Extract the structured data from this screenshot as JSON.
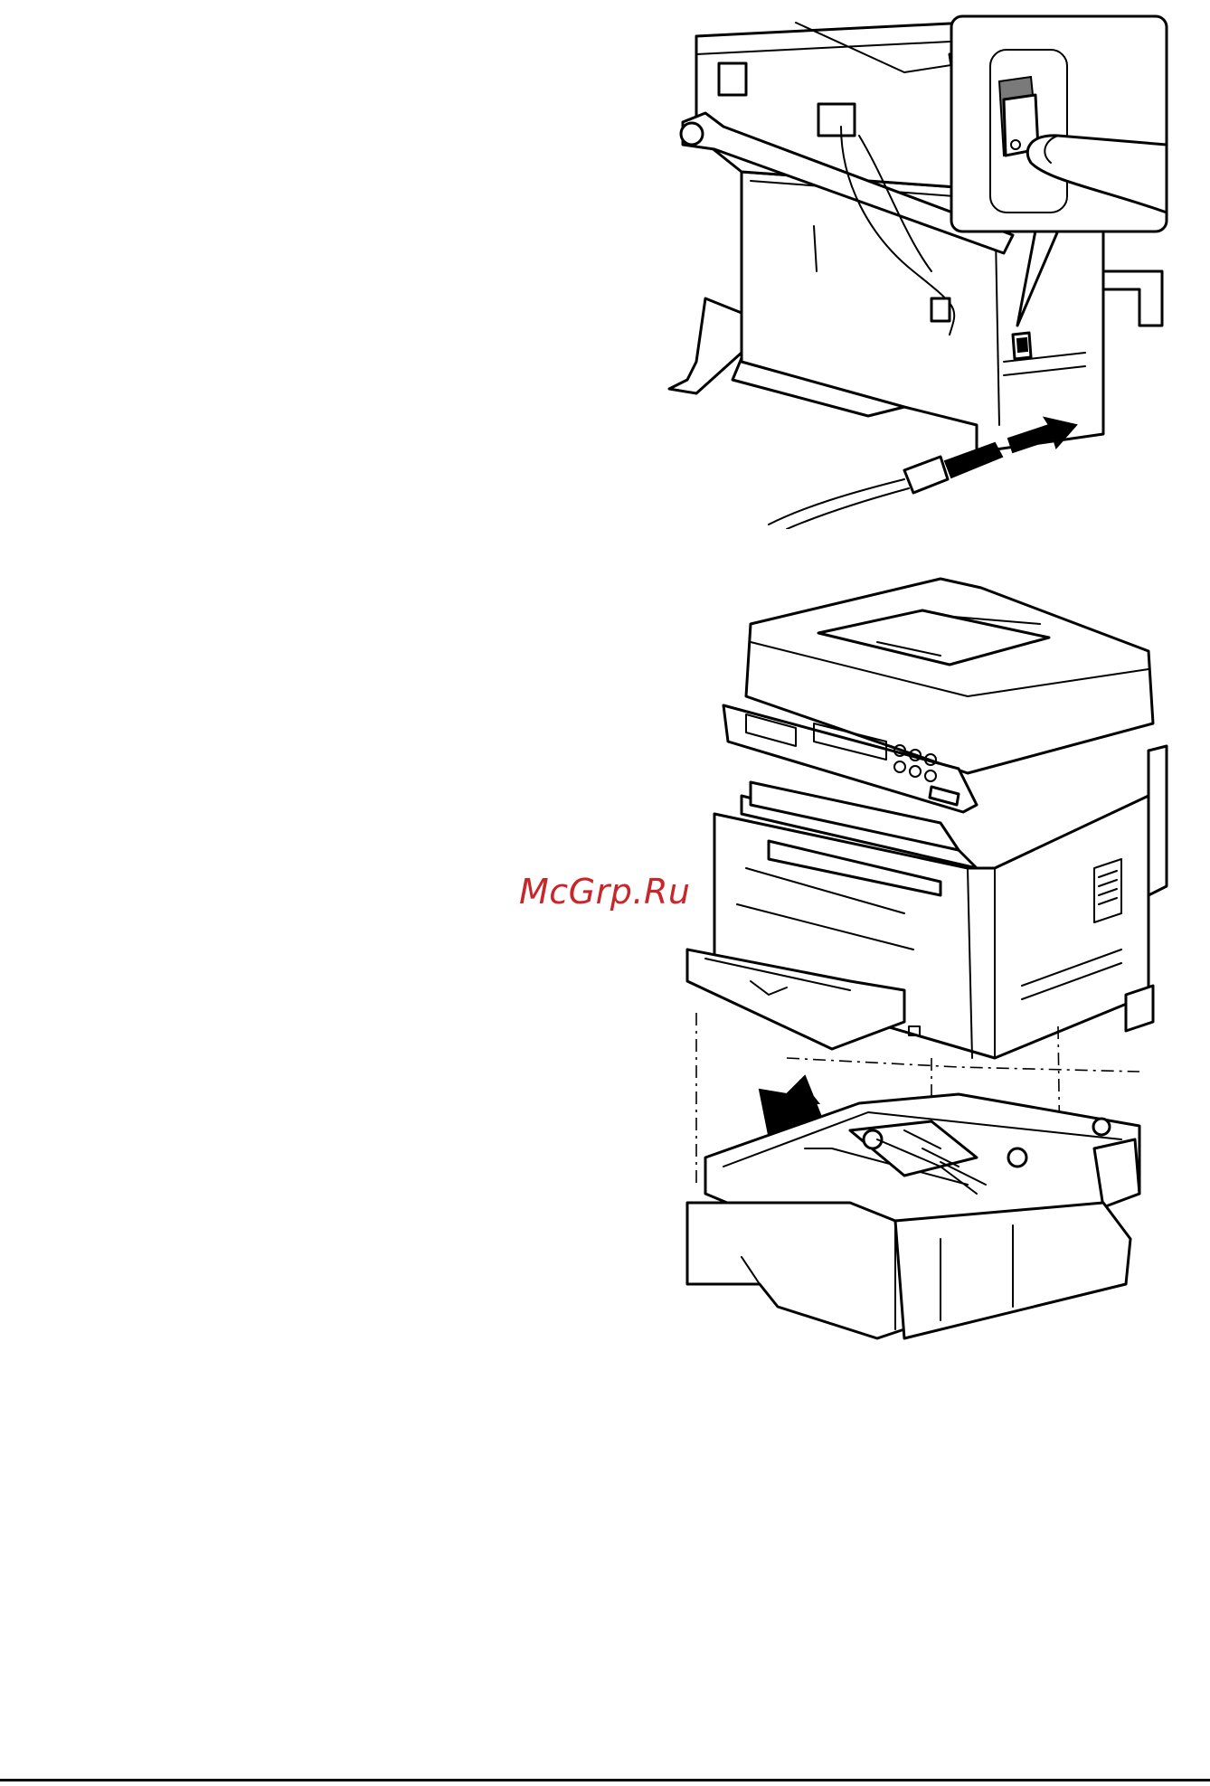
{
  "watermark": {
    "text": "McGrp.Ru",
    "color": "#c8262b"
  },
  "figures": [
    {
      "name": "printer-rear-power-switch-unplug",
      "callout": "power-switch-closeup"
    },
    {
      "name": "lift-printer-off-lower-feeder-unit"
    }
  ]
}
